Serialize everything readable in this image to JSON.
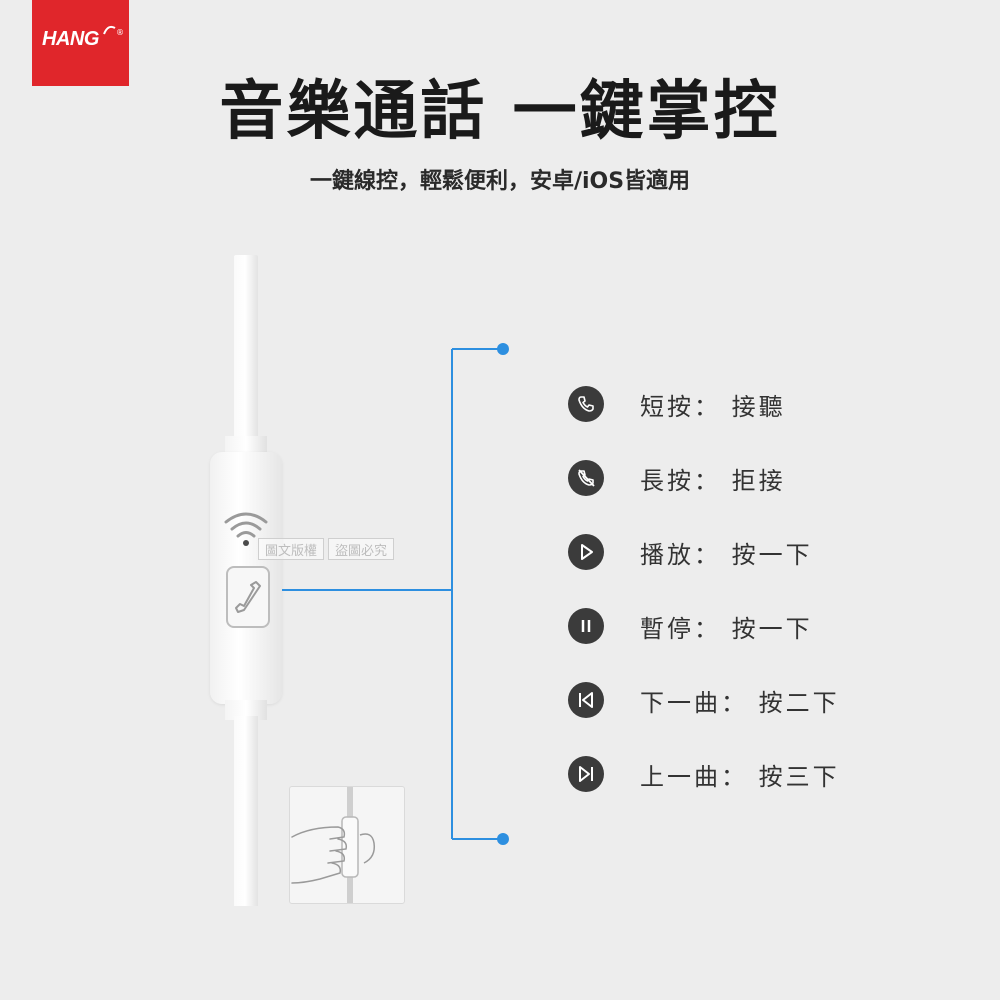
{
  "brand": {
    "logo_text": "HANG",
    "logo_mark": "®",
    "color": "#e0262b"
  },
  "headline": "音樂通話 一鍵掌控",
  "subheadline": "一鍵線控，輕鬆便利，安卓/iOS皆適用",
  "watermark": [
    "圖文版權",
    "盜圖必究"
  ],
  "callout_color": "#2d8fe0",
  "controls": [
    {
      "icon": "phone-answer-icon",
      "label": "短按：  接聽"
    },
    {
      "icon": "phone-reject-icon",
      "label": "長按：  拒接"
    },
    {
      "icon": "play-icon",
      "label": "播放：  按一下"
    },
    {
      "icon": "pause-icon",
      "label": "暫停：  按一下"
    },
    {
      "icon": "previous-track-icon",
      "label": "下一曲：  按二下"
    },
    {
      "icon": "next-track-icon",
      "label": "上一曲：  按三下"
    }
  ]
}
